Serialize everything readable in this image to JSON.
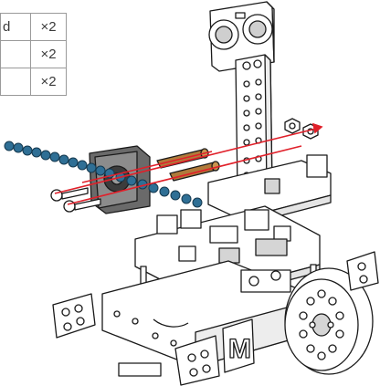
{
  "parts": [
    {
      "name": "d",
      "qty": "×2"
    },
    {
      "name": "",
      "qty": "×2"
    },
    {
      "name": "",
      "qty": "×2"
    }
  ],
  "robot": {
    "logo_letter": "M"
  },
  "colors": {
    "line": "#1a1a1a",
    "red_guide": "#e0202a",
    "blue_beads": "#2f6f95",
    "standoff": "#b07a3a",
    "metal": "#ffffff",
    "board": "#ffffff"
  }
}
